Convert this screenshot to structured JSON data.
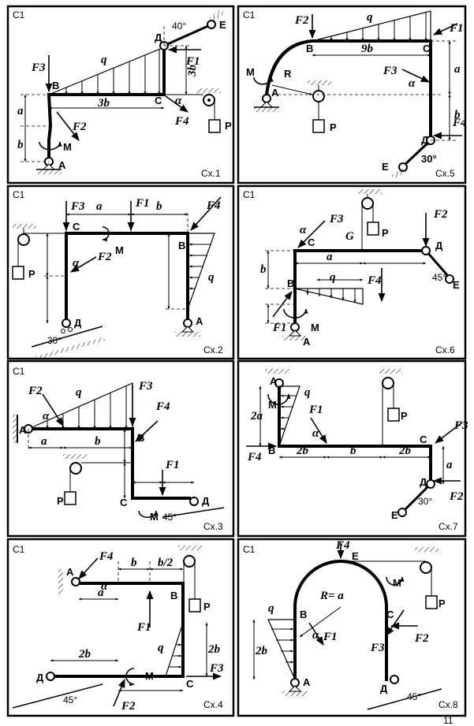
{
  "page_number": "11",
  "panels": [
    {
      "tag": "C1",
      "scheme": "Сх.1",
      "labels": {
        "A": "A",
        "B": "B",
        "C": "C",
        "D": "Д",
        "E": "E",
        "P": "P",
        "q": "q",
        "M": "M",
        "a": "a",
        "b": "b",
        "dim1": "3b",
        "dim2": "3b",
        "F1": "F1",
        "F2": "F2",
        "F3": "F3",
        "F4": "F4",
        "angle1": "40°",
        "alpha": "α"
      }
    },
    {
      "tag": "C1",
      "scheme": "Сх.5",
      "labels": {
        "A": "A",
        "B": "B",
        "C": "C",
        "D": "Д",
        "E": "E",
        "P": "P",
        "q": "q",
        "M": "M",
        "R": "R",
        "a": "a",
        "b": "b",
        "dim1": "9b",
        "F1": "F1",
        "F2": "F2",
        "F3": "F3",
        "F4": "F4",
        "angle1": "30°",
        "alpha": "α"
      }
    },
    {
      "tag": "C1",
      "scheme": "Сх.2",
      "labels": {
        "A": "A",
        "B": "B",
        "C": "C",
        "D": "Д",
        "P": "P",
        "q": "q",
        "M": "M",
        "a": "a",
        "b": "b",
        "F1": "F1",
        "F2": "F2",
        "F3": "F3",
        "F4": "F4",
        "angle1": "30°",
        "alpha": "α"
      }
    },
    {
      "tag": "C1",
      "scheme": "Сх.6",
      "labels": {
        "A": "A",
        "B": "B",
        "C": "C",
        "D": "Д",
        "E": "E",
        "P": "P",
        "q": "q",
        "M": "M",
        "G": "G",
        "a": "a",
        "b": "b",
        "F1": "F1",
        "F2": "F2",
        "F3": "F3",
        "F4": "F4",
        "angle1": "45°",
        "alpha": "α"
      }
    },
    {
      "tag": "C1",
      "scheme": "Сх.3",
      "labels": {
        "A": "A",
        "B": "B",
        "C": "C",
        "D": "Д",
        "P": "P",
        "q": "q",
        "M": "M",
        "a": "a",
        "b": "b",
        "F1": "F1",
        "F2": "F2",
        "F3": "F3",
        "F4": "F4",
        "angle1": "45°",
        "alpha": "α"
      }
    },
    {
      "tag": "C1",
      "scheme": "Сх.7",
      "labels": {
        "A": "A",
        "B": "B",
        "C": "C",
        "D": "Д",
        "E": "E",
        "P": "P",
        "q": "q",
        "M": "M",
        "a": "a",
        "dim1": "2a",
        "dim2": "2b",
        "dim3": "b",
        "dim4": "2b",
        "F1": "F1",
        "F2": "F2",
        "F3": "F3",
        "F4": "F4",
        "angle1": "30°",
        "alpha": "α"
      }
    },
    {
      "tag": "C1",
      "scheme": "Сх.4",
      "labels": {
        "A": "A",
        "B": "B",
        "C": "C",
        "D": "Д",
        "P": "P",
        "q": "q",
        "M": "M",
        "a": "a",
        "b": "b",
        "dim1": "b/2",
        "dim2": "2b",
        "dim3": "2b",
        "F1": "F1",
        "F2": "F2",
        "F3": "F3",
        "F4": "F4",
        "angle1": "45°",
        "alpha": "α"
      }
    },
    {
      "tag": "C1",
      "scheme": "Сх.8",
      "labels": {
        "A": "A",
        "B": "B",
        "C": "C",
        "D": "Д",
        "E": "E",
        "P": "P",
        "q": "q",
        "M": "M",
        "R": "R= a",
        "dim1": "2b",
        "F1": "F1",
        "F2": "F2",
        "F3": "F3",
        "F4": "F4",
        "angle1": "45°",
        "alpha": "α"
      }
    }
  ]
}
